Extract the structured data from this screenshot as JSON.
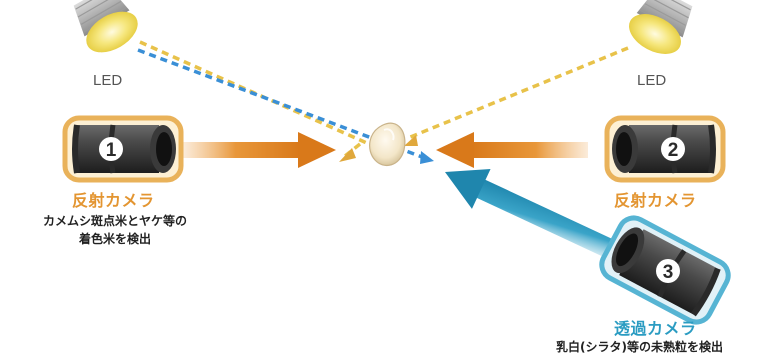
{
  "led_left": {
    "label": "LED"
  },
  "led_right": {
    "label": "LED"
  },
  "camera_1": {
    "number": "1",
    "label": "反射カメラ",
    "desc_line1": "カメムシ斑点米とヤケ等の",
    "desc_line2": "着色米を検出"
  },
  "camera_2": {
    "number": "2",
    "label": "反射カメラ"
  },
  "camera_3": {
    "number": "3",
    "label": "透過カメラ",
    "desc": "乳白(シラタ)等の未熟粒を検出"
  },
  "colors": {
    "reflect_orange": "#e39531",
    "transmit_blue": "#2b9cc2",
    "led_yellow": "#f3e47c",
    "beam_yellow": "#e8c24a",
    "beam_blue": "#3a8fd6"
  }
}
